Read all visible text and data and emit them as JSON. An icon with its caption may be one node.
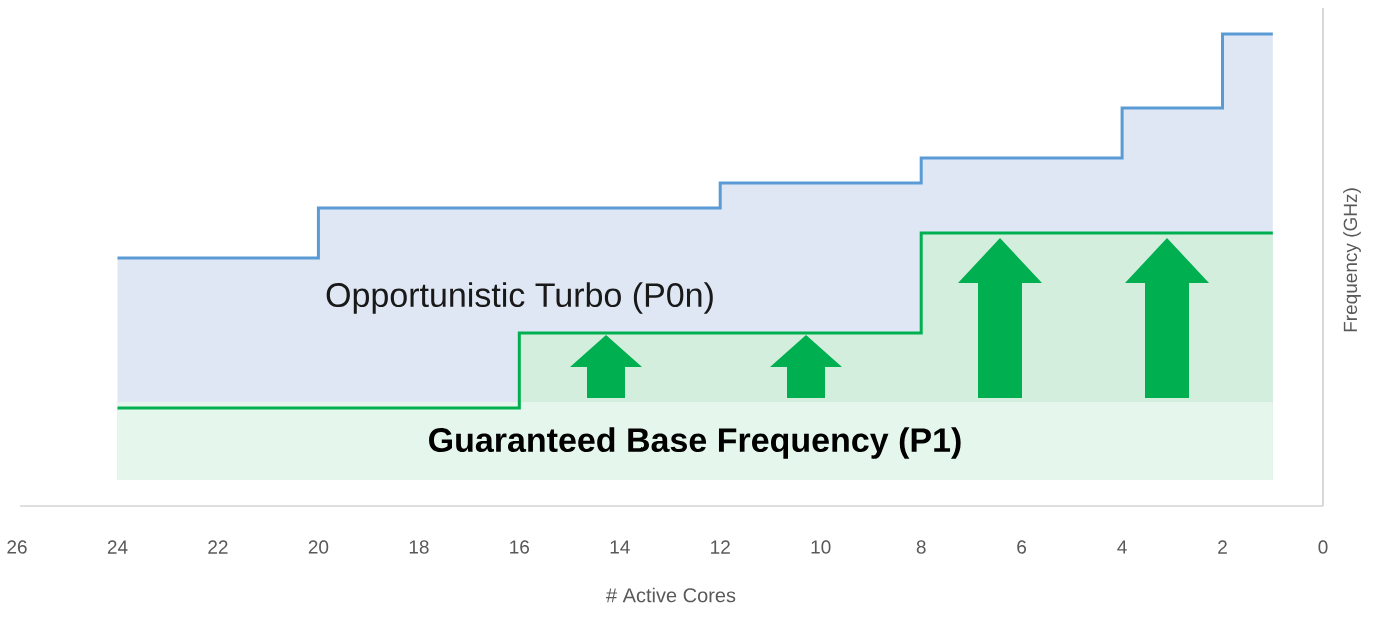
{
  "diagram": {
    "labels": [
      "Opportunistic Turbo (P0n)",
      "Frequency (GHz)",
      "Guaranteed Base Frequency (P1)",
      "26",
      "24",
      "22",
      "20",
      "18",
      "16",
      "14",
      "12",
      "10",
      "8",
      "6",
      "4",
      "2",
      "0",
      "# Active Cores"
    ]
  }
}
